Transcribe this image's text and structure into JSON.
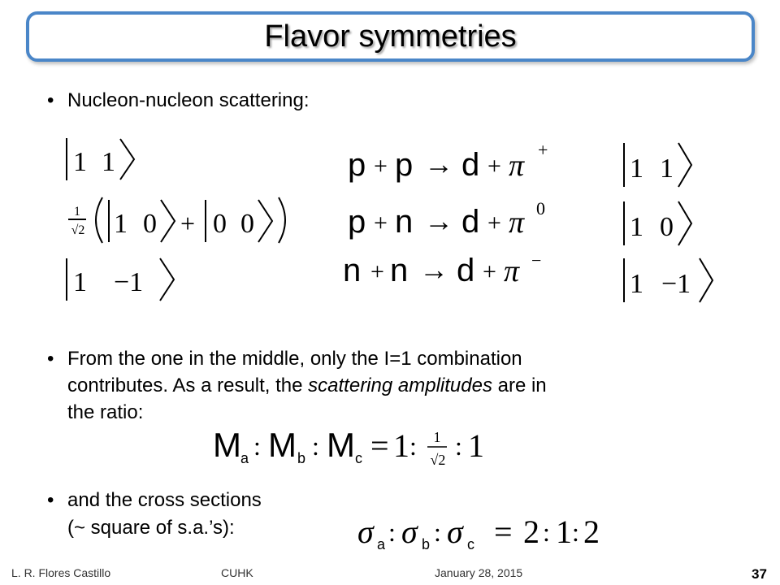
{
  "slide": {
    "title": "Flavor symmetries",
    "bullet1": "Nucleon-nucleon scattering:",
    "bullet2": {
      "line1": "From the one in the middle, only the I=1 combination",
      "line2": "contributes. As a result, the ",
      "line2_italic": "scattering amplitudes",
      "line2_tail": " are in",
      "line3": "the ratio:"
    },
    "bullet3": {
      "line1": "and the cross sections",
      "line2": "(~ square of s.a.’s):"
    },
    "bullet_symbol": "•"
  },
  "math": {
    "left_states": [
      {
        "row": 1,
        "kets": [
          [
            "1",
            "1"
          ]
        ]
      },
      {
        "row": 2,
        "prefactor": "1/√2",
        "kets": [
          [
            "1",
            "0"
          ],
          [
            "0",
            "0"
          ]
        ],
        "operator": "+"
      },
      {
        "row": 3,
        "kets": [
          [
            "1",
            "−1"
          ]
        ]
      }
    ],
    "reactions": [
      {
        "a": "p",
        "b": "p",
        "arrow": "→",
        "d": "d",
        "pion": "π",
        "charge": "+"
      },
      {
        "a": "p",
        "b": "n",
        "arrow": "→",
        "d": "d",
        "pion": "π",
        "charge": "0"
      },
      {
        "a": "n",
        "b": "n",
        "arrow": "→",
        "d": "d",
        "pion": "π",
        "charge": "−"
      }
    ],
    "right_states": [
      [
        "1",
        "1"
      ],
      [
        "1",
        "0"
      ],
      [
        "1",
        "−1"
      ]
    ],
    "amplitude_ratio": {
      "lhs": [
        "M_a",
        "M_b",
        "M_c"
      ],
      "rhs": [
        "1",
        "1/√2",
        "1"
      ]
    },
    "cross_section_ratio": {
      "lhs": [
        "σ_a",
        "σ_b",
        "σ_c"
      ],
      "rhs": [
        "2",
        "1",
        "2"
      ]
    }
  },
  "footer": {
    "author": "L. R. Flores Castillo",
    "institution": "CUHK",
    "date": "January 28, 2015",
    "page": "37"
  },
  "colors": {
    "title_border": "#4a86c8"
  }
}
